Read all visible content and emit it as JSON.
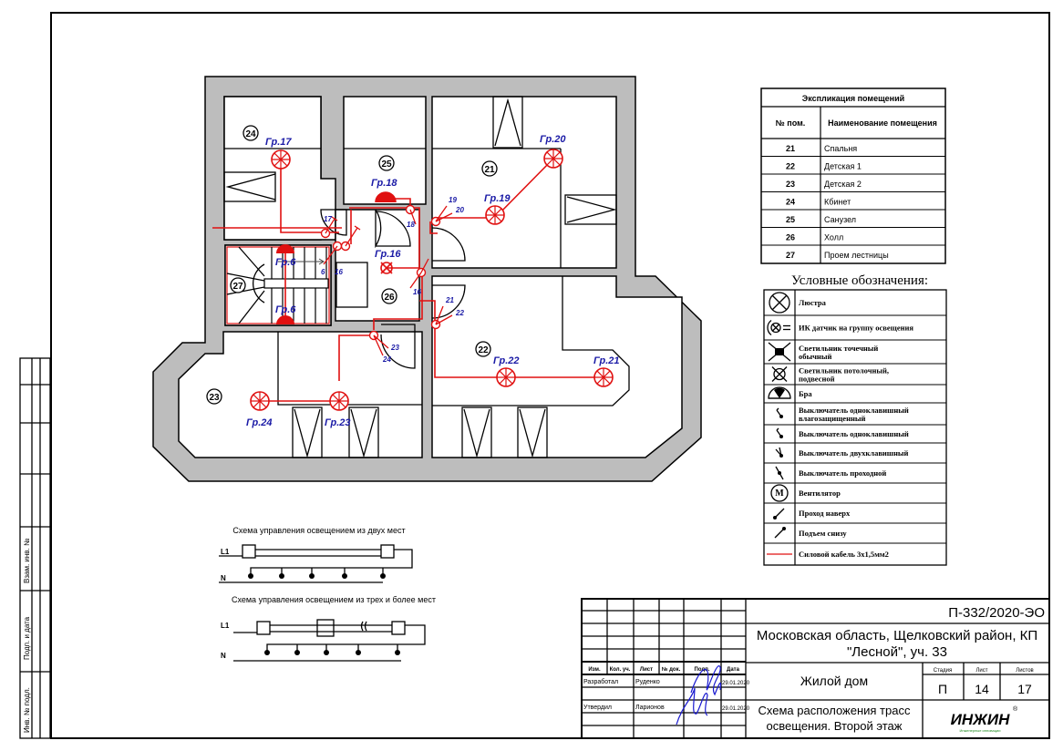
{
  "drawing": {
    "room_markers": [
      "21",
      "22",
      "23",
      "24",
      "25",
      "26",
      "27"
    ],
    "lighting_groups": [
      {
        "label": "Гр.17",
        "type": "chandelier"
      },
      {
        "label": "Гр.18",
        "type": "sconce"
      },
      {
        "label": "Гр.16",
        "type": "ceiling-pendant"
      },
      {
        "label": "Гр.19",
        "type": "chandelier"
      },
      {
        "label": "Гр.20",
        "type": "chandelier"
      },
      {
        "label": "Гр.6",
        "type": "sconce"
      },
      {
        "label": "Гр.6",
        "type": "sconce"
      },
      {
        "label": "Гр.22",
        "type": "chandelier"
      },
      {
        "label": "Гр.21",
        "type": "chandelier"
      },
      {
        "label": "Гр.24",
        "type": "chandelier"
      },
      {
        "label": "Гр.23",
        "type": "chandelier"
      }
    ],
    "switch_labels": [
      "17",
      "18",
      "19",
      "20",
      "6",
      "16",
      "16",
      "21",
      "22",
      "23",
      "24"
    ]
  },
  "explication": {
    "title": "Экспликация помещений",
    "col_num": "№ пом.",
    "col_name": "Наименование помещения",
    "rows": [
      {
        "num": "21",
        "name": "Спальня"
      },
      {
        "num": "22",
        "name": "Детская 1"
      },
      {
        "num": "23",
        "name": "Детская 2"
      },
      {
        "num": "24",
        "name": "Кбинет"
      },
      {
        "num": "25",
        "name": "Санузел"
      },
      {
        "num": "26",
        "name": "Холл"
      },
      {
        "num": "27",
        "name": "Проем лестницы"
      }
    ]
  },
  "legend": {
    "title": "Условные обозначения:",
    "items": [
      {
        "icon": "chandelier-icon",
        "text": "Люстра"
      },
      {
        "icon": "ir-sensor-icon",
        "text": "ИК датчик на группу освещения"
      },
      {
        "icon": "spotlight-icon",
        "text": "Светильник точечный обычный"
      },
      {
        "icon": "ceiling-pendant-icon",
        "text": "Светильник потолочный, подвесной"
      },
      {
        "icon": "sconce-icon",
        "text": "Бра"
      },
      {
        "icon": "switch-waterproof-icon",
        "text": "Выключатель одноклавишный влагозащищенный"
      },
      {
        "icon": "switch-single-icon",
        "text": "Выключатель одноклавишный"
      },
      {
        "icon": "switch-double-icon",
        "text": "Выключатель двухклавишный"
      },
      {
        "icon": "switch-passthrough-icon",
        "text": "Выключатель проходной"
      },
      {
        "icon": "fan-icon",
        "text": "Вентилятор",
        "glyph": "M"
      },
      {
        "icon": "riser-up-icon",
        "text": "Проход наверх"
      },
      {
        "icon": "riser-down-icon",
        "text": "Подъем снизу"
      },
      {
        "icon": "cable-line-icon",
        "text": "Силовой кабель 3х1,5мм2"
      }
    ]
  },
  "schemes": {
    "two_places": {
      "title": "Схема управления освещением из двух мест",
      "l1": "L1",
      "n": "N"
    },
    "three_places": {
      "title": "Схема управления освещением из трех и более мест",
      "l1": "L1",
      "n": "N"
    }
  },
  "side_stamp": {
    "labels": [
      "Взам. инв. №",
      "Подп. и дата",
      "Инв. № подл."
    ]
  },
  "title_block": {
    "code": "П-332/2020-ЭО",
    "address_line1": "Московская область, Щелковский район, КП",
    "address_line2": "\"Лесной\", уч. 33",
    "object": "Жилой дом",
    "sheet_title_line1": "Схема расположения трасс",
    "sheet_title_line2": "освещения. Второй этаж",
    "headers": [
      "Изм.",
      "Кол. уч.",
      "Лист",
      "№ док.",
      "Подп.",
      "Дата"
    ],
    "stage_label": "Стадия",
    "sheet_label": "Лист",
    "sheets_label": "Листов",
    "stage": "П",
    "sheet": "14",
    "sheets": "17",
    "developed_role": "Разработал",
    "developed_name": "Руденко",
    "developed_date": "29.01.2020",
    "approved_role": "Утвердил",
    "approved_name": "Ларионов",
    "approved_date": "29.01.2020",
    "logo_text": "ИНЖИН",
    "logo_sub": "Инженерные инновации",
    "logo_reg": "®",
    "logo_color": "#1f8a1f"
  },
  "colors": {
    "wall": "#bdbdbd",
    "cable": "#e01010",
    "group_label": "#1a1aa6"
  }
}
